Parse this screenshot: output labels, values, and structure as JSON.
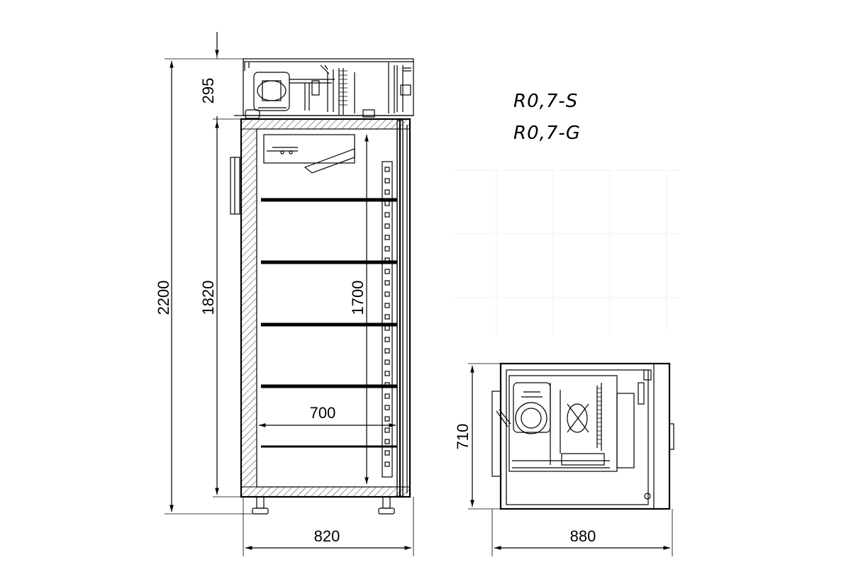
{
  "models": {
    "line1": "R0,7-S",
    "line2": "R0,7-G"
  },
  "dimensions": {
    "total_height": "2200",
    "cabinet_height": "1820",
    "unit_height": "295",
    "interior_height": "1700",
    "interior_width": "700",
    "front_width": "820",
    "top_depth": "710",
    "top_width": "880"
  },
  "colors": {
    "line": "#000000",
    "background": "#ffffff"
  }
}
